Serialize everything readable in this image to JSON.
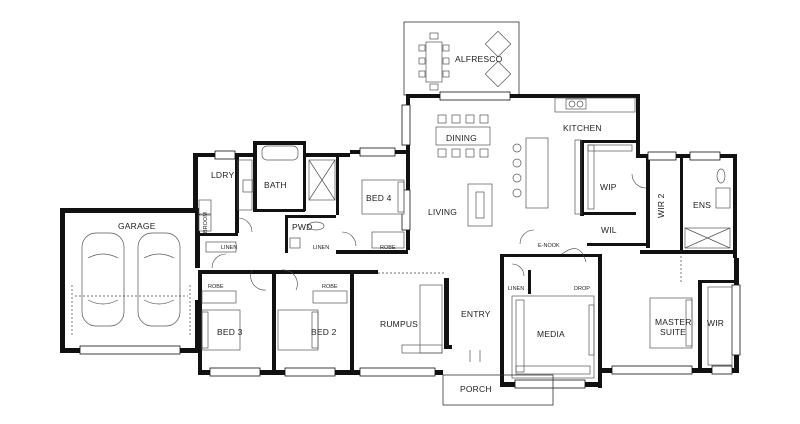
{
  "rooms": {
    "alfresco": "ALFRESCO",
    "dining": "DINING",
    "kitchen": "KITCHEN",
    "ldry": "LDRY",
    "bath": "BATH",
    "bed4": "BED 4",
    "living": "LIVING",
    "wip": "WIP",
    "wir2": "WIR 2",
    "ens": "ENS",
    "garage": "GARAGE",
    "pwd": "PWD",
    "wil": "WIL",
    "bed3": "BED 3",
    "bed2": "BED 2",
    "rumpus": "RUMPUS",
    "entry": "ENTRY",
    "media": "MEDIA",
    "master_line1": "MASTER",
    "master_line2": "SUITE",
    "wir": "WIR",
    "porch": "PORCH"
  },
  "small_labels": {
    "linen_ldry": "LINEN",
    "linen_pwd": "LINEN",
    "robe_bed4": "ROBE",
    "e_nook": "E-NOOK",
    "robe_bed3": "ROBE",
    "robe_bed2": "ROBE",
    "linen_entry": "LINEN",
    "drop": "DROP",
    "broom": "BROOM"
  },
  "colors": {
    "wall": "#111111",
    "line": "#333333",
    "background": "#ffffff"
  }
}
